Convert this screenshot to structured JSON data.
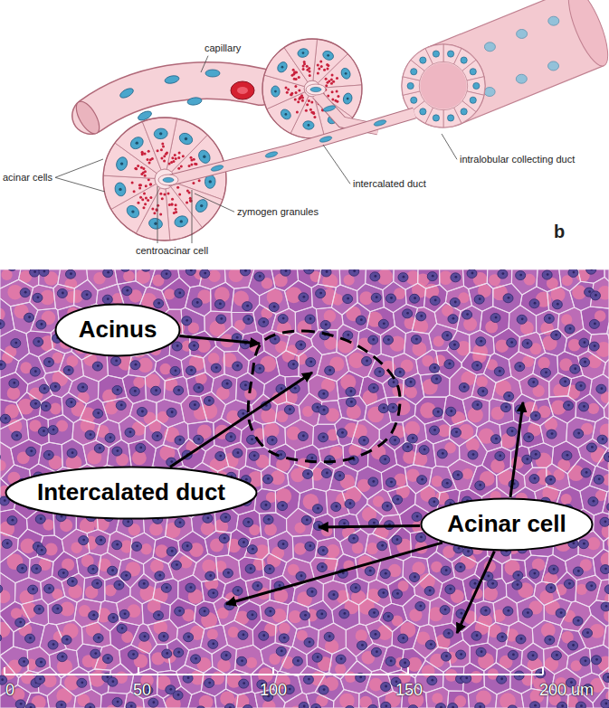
{
  "diagram": {
    "nodes": [
      {
        "text": [
          "Acinus"
        ]
      },
      {
        "text": [
          "Intercalated duct"
        ]
      },
      {
        "text": [
          "Acinar cell"
        ]
      }
    ],
    "labels": [
      "capillary",
      "acinar cells",
      "intercalated duct",
      "zymogen granules",
      "centroacinar cell",
      "intralobular collecting duct",
      "b",
      "0",
      "50",
      "100",
      "150",
      "200 um"
    ]
  }
}
